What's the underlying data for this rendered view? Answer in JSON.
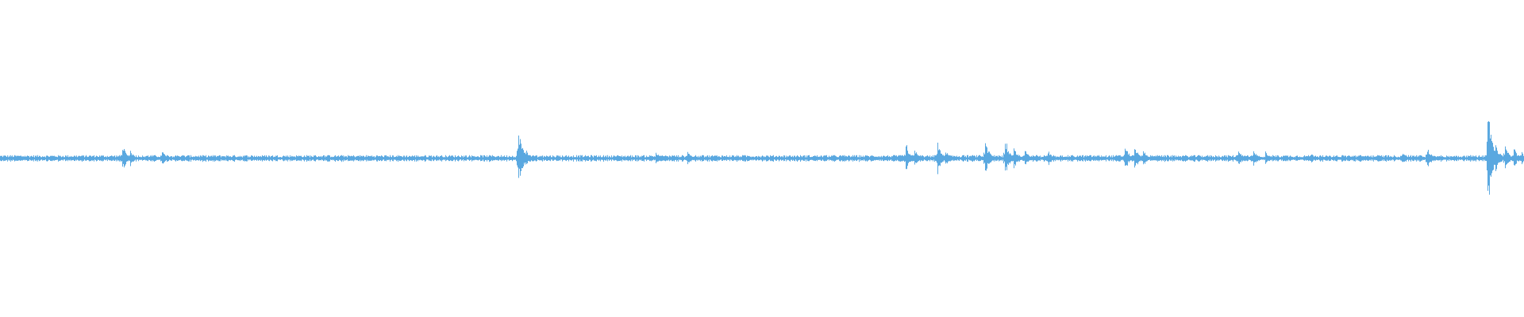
{
  "waveform": {
    "color": "#5aa8e0",
    "background": "#ffffff",
    "duration_fraction_events": [
      {
        "t": 0.08,
        "amp": 0.1
      },
      {
        "t": 0.085,
        "amp": 0.07
      },
      {
        "t": 0.106,
        "amp": 0.06
      },
      {
        "t": 0.34,
        "amp": 0.22
      },
      {
        "t": 0.345,
        "amp": 0.06
      },
      {
        "t": 0.43,
        "amp": 0.05
      },
      {
        "t": 0.451,
        "amp": 0.05
      },
      {
        "t": 0.594,
        "amp": 0.12
      },
      {
        "t": 0.6,
        "amp": 0.06
      },
      {
        "t": 0.615,
        "amp": 0.12
      },
      {
        "t": 0.62,
        "amp": 0.06
      },
      {
        "t": 0.646,
        "amp": 0.14
      },
      {
        "t": 0.659,
        "amp": 0.17
      },
      {
        "t": 0.665,
        "amp": 0.09
      },
      {
        "t": 0.672,
        "amp": 0.07
      },
      {
        "t": 0.687,
        "amp": 0.07
      },
      {
        "t": 0.738,
        "amp": 0.09
      },
      {
        "t": 0.744,
        "amp": 0.1
      },
      {
        "t": 0.75,
        "amp": 0.06
      },
      {
        "t": 0.812,
        "amp": 0.07
      },
      {
        "t": 0.822,
        "amp": 0.07
      },
      {
        "t": 0.83,
        "amp": 0.05
      },
      {
        "t": 0.86,
        "amp": 0.04
      },
      {
        "t": 0.92,
        "amp": 0.06
      },
      {
        "t": 0.936,
        "amp": 0.09
      },
      {
        "t": 0.976,
        "amp": 0.44
      },
      {
        "t": 0.981,
        "amp": 0.12
      },
      {
        "t": 0.987,
        "amp": 0.11
      },
      {
        "t": 0.993,
        "amp": 0.08
      },
      {
        "t": 0.998,
        "amp": 0.06
      }
    ],
    "noise_floor": 0.018
  }
}
